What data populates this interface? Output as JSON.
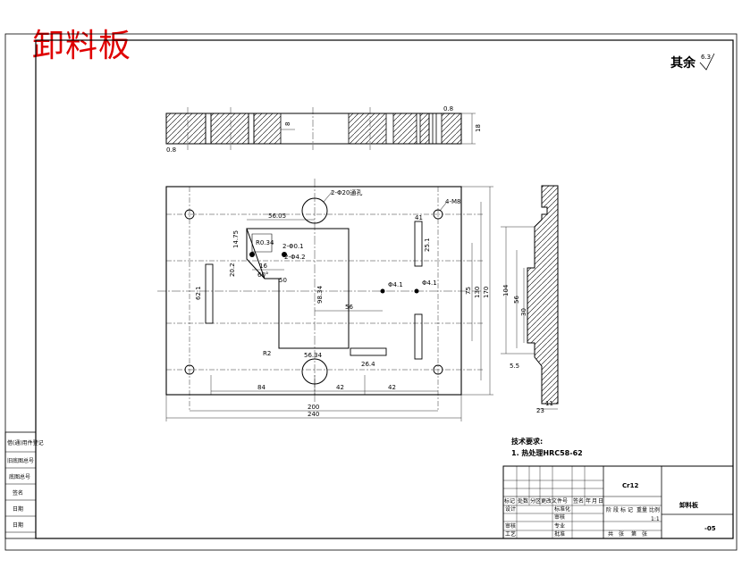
{
  "title": "卸料板",
  "roughness": {
    "label": "其余",
    "value": "6.3"
  },
  "tech_requirements": {
    "heading": "技术要求:",
    "item1": "1. 热处理HRC58-62"
  },
  "material": "Cr12",
  "part_name": "卸料板",
  "drawing_no": "-05",
  "scale": "1:1",
  "top_view": {
    "thk": "18",
    "t": "8",
    "ra_l": "0.8",
    "ra_r": "0.8"
  },
  "front_view": {
    "hole_label": "2-Φ20通孔",
    "corner_label": "4-M8",
    "pin_a": "2-Φ0.1",
    "pin_b": "2-Φ4.2",
    "d_5605": "56.05",
    "d_1475": "14.75",
    "d_r034": "R0.34",
    "d_202": "20.2",
    "d_16": "16",
    "d_60": "60°",
    "d_50": "50",
    "d_9834": "98.34",
    "d_4_1a": "Φ4.1",
    "d_4_1b": "Φ4.1",
    "d_621": "62.1",
    "d_251": "25.1",
    "d_56": "56",
    "d_r2": "R2",
    "d_5634": "56.34",
    "d_264": "26.4",
    "d_84": "84",
    "d_42a": "42",
    "d_42b": "42",
    "d_200": "200",
    "d_240": "240",
    "d_75": "75",
    "d_130": "130",
    "d_170": "170",
    "d_41": "41"
  },
  "side_view": {
    "d_104": "104",
    "d_56": "56",
    "d_30": "30",
    "d_55": "5.5",
    "d_23": "23",
    "d_11": "11"
  },
  "left_block": [
    "借(通)用件登记",
    "旧底图总号",
    "底图总号",
    "签名",
    "日期",
    "日期"
  ],
  "title_block": {
    "hdr": [
      "标记",
      "处数",
      "分区",
      "更改文件号",
      "签名",
      "年",
      "月",
      "日"
    ],
    "rows": [
      "设计",
      "标准化",
      "审核",
      "工艺",
      "批准"
    ],
    "stage": [
      "阶",
      "段",
      "标",
      "记",
      "重量",
      "比例"
    ],
    "sheet": [
      "共",
      "张",
      "第",
      "张"
    ],
    "design2": "设计",
    "proc": "专业",
    "check": "审核"
  }
}
